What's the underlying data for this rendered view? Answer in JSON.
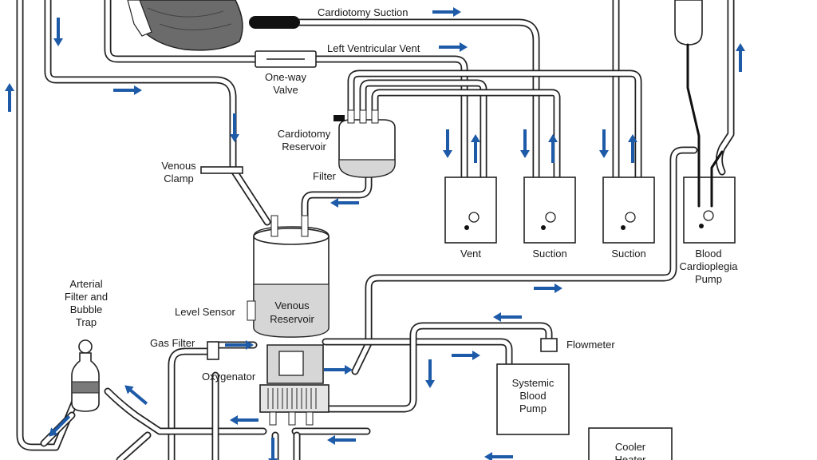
{
  "labels": {
    "cardiotomy_suction": "Cardiotomy Suction",
    "lv_vent": "Left Ventricular Vent",
    "one_way_valve_1": "One-way",
    "one_way_valve_2": "Valve",
    "cardiotomy_res_1": "Cardiotomy",
    "cardiotomy_res_2": "Reservoir",
    "venous_clamp_1": "Venous",
    "venous_clamp_2": "Clamp",
    "filter": "Filter",
    "vent": "Vent",
    "suction_1": "Suction",
    "suction_2": "Suction",
    "bcp_1": "Blood",
    "bcp_2": "Cardioplegia",
    "bcp_3": "Pump",
    "arterial_1": "Arterial",
    "arterial_2": "Filter and",
    "arterial_3": "Bubble",
    "arterial_4": "Trap",
    "level_sensor": "Level Sensor",
    "venous_res_1": "Venous",
    "venous_res_2": "Reservoir",
    "gas_filter": "Gas Filter",
    "oxygenator": "Oxygenator",
    "flowmeter": "Flowmeter",
    "systemic_1": "Systemic",
    "systemic_2": "Blood",
    "systemic_3": "Pump",
    "cooler_1": "Cooler",
    "cooler_2": "Heater"
  },
  "colors": {
    "arrow": "#1d5aa8",
    "reservoir_fill": "#d6d6d6",
    "heart": "#6b6b6b"
  }
}
